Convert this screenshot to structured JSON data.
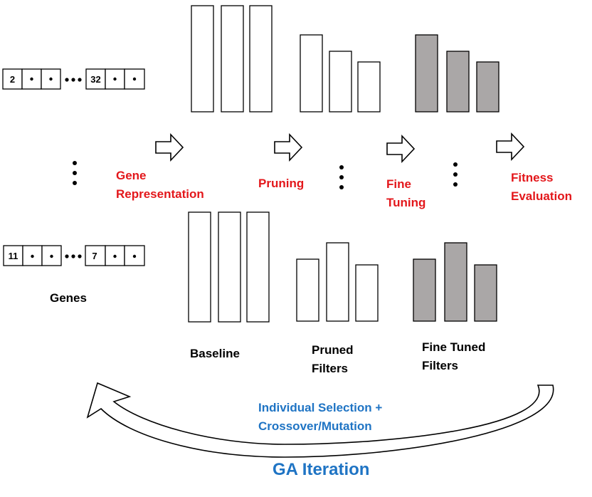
{
  "genes": {
    "top": {
      "first": "2",
      "last": "32"
    },
    "bottom": {
      "first": "11",
      "last": "7"
    },
    "label": "Genes"
  },
  "steps": {
    "gene_representation": [
      "Gene",
      "Representation"
    ],
    "pruning": "Pruning",
    "fine_tuning": [
      "Fine",
      "Tuning"
    ],
    "fitness_evaluation": [
      "Fitness",
      "Evaluation"
    ]
  },
  "filters": {
    "baseline": "Baseline",
    "pruned": [
      "Pruned",
      "Filters"
    ],
    "fine_tuned": [
      "Fine Tuned",
      "Filters"
    ]
  },
  "loop": {
    "selection": [
      "Individual Selection +",
      "Crossover/Mutation"
    ],
    "iteration": "GA Iteration"
  },
  "colors": {
    "step_label": "#e3171b",
    "loop_label": "#1f74c4",
    "fine_tuned_fill": "#aaa7a7",
    "outline": "#000000"
  }
}
